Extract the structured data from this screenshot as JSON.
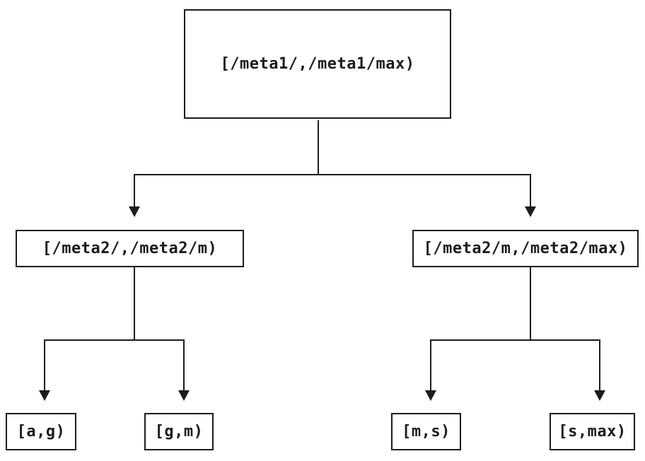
{
  "colors": {
    "background": "#ffffff",
    "line": "#1c1c1c",
    "text": "#1c1c1c"
  },
  "diagram": {
    "nodes": {
      "root": {
        "label": "[/meta1/,/meta1/max)"
      },
      "meta2_low": {
        "label": "[/meta2/,/meta2/m)"
      },
      "meta2_high": {
        "label": "[/meta2/m,/meta2/max)"
      },
      "leaf_a_g": {
        "label": "[a,g)"
      },
      "leaf_g_m": {
        "label": "[g,m)"
      },
      "leaf_m_s": {
        "label": "[m,s)"
      },
      "leaf_s_max": {
        "label": "[s,max)"
      }
    },
    "edges": [
      {
        "from": "root",
        "to": "meta2_low"
      },
      {
        "from": "root",
        "to": "meta2_high"
      },
      {
        "from": "meta2_low",
        "to": "leaf_a_g"
      },
      {
        "from": "meta2_low",
        "to": "leaf_g_m"
      },
      {
        "from": "meta2_high",
        "to": "leaf_m_s"
      },
      {
        "from": "meta2_high",
        "to": "leaf_s_max"
      }
    ]
  }
}
